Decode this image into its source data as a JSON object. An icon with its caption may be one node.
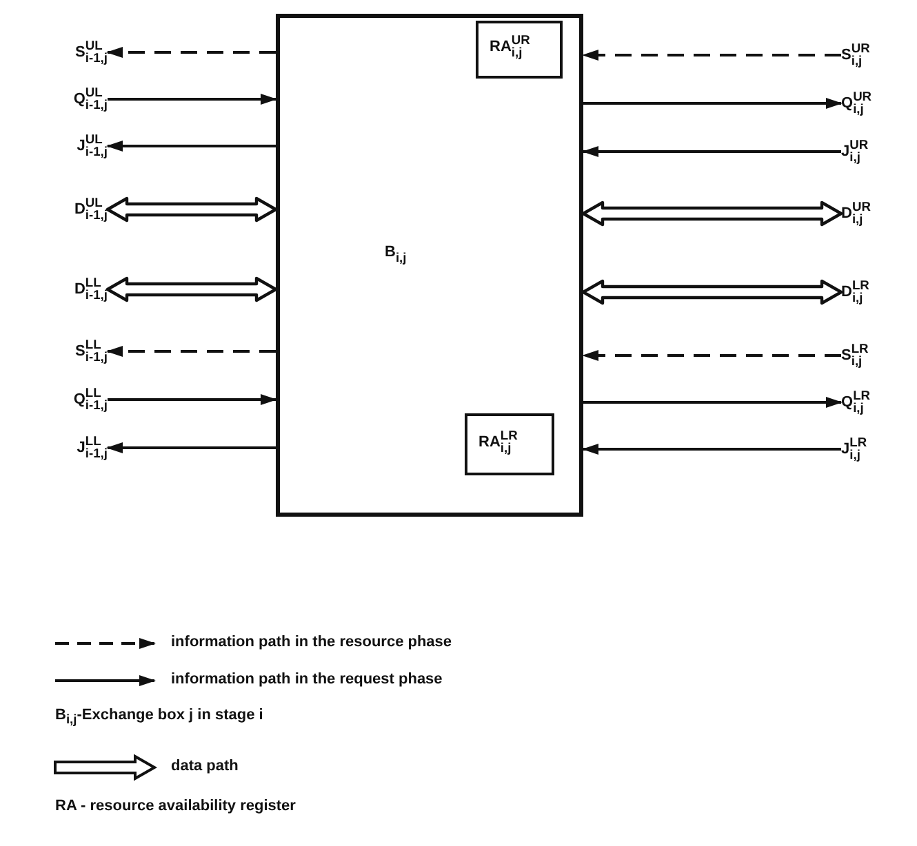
{
  "diagram": {
    "nodes": [
      {
        "text": [
          "B$_{i,j}$"
        ]
      },
      {
        "text": [
          "RA$^{UR}$$_{i,j}$"
        ],
        "in": 0
      },
      {
        "text": [
          "RA$^{LR}$$_{i,j}$"
        ],
        "in": 0
      },
      {
        "text": [
          "S$^{UL}$$_{i-1,j}$"
        ]
      },
      {
        "text": [
          "Q$^{UL}$$_{i-1,j}$"
        ]
      },
      {
        "text": [
          "J$^{UL}$$_{i-1,j}$"
        ]
      },
      {
        "text": [
          "D$^{UL}$$_{i-1,j}$"
        ]
      },
      {
        "text": [
          "D$^{LL}$$_{i-1,j}$"
        ]
      },
      {
        "text": [
          "S$^{LL}$$_{i-1,j}$"
        ]
      },
      {
        "text": [
          "Q$^{LL}$$_{i-1,j}$"
        ]
      },
      {
        "text": [
          "J$^{LL}$$_{i-1,j}$"
        ]
      },
      {
        "text": [
          "S$^{UR}$$_{i,j}$"
        ]
      },
      {
        "text": [
          "Q$^{UR}$$_{i,j}$"
        ]
      },
      {
        "text": [
          "J$^{UR}$$_{i,j}$"
        ]
      },
      {
        "text": [
          "D$^{UR}$$_{i,j}$"
        ]
      },
      {
        "text": [
          "D$^{LR}$$_{i,j}$"
        ]
      },
      {
        "text": [
          "S$^{LR}$$_{i,j}$"
        ]
      },
      {
        "text": [
          "Q$^{LR}$$_{i,j}$"
        ]
      },
      {
        "text": [
          "J$^{LR}$$_{i,j}$"
        ]
      }
    ],
    "edges": [
      {
        "from": 0,
        "to": 3,
        "arrow": "to",
        "style": "dashed"
      },
      {
        "from": 4,
        "to": 0,
        "arrow": "to"
      },
      {
        "from": 0,
        "to": 5,
        "arrow": "to"
      },
      {
        "from": 6,
        "to": 0,
        "arrow": "both",
        "style": "thick"
      },
      {
        "from": 7,
        "to": 0,
        "arrow": "both",
        "style": "thick"
      },
      {
        "from": 0,
        "to": 8,
        "arrow": "to",
        "style": "dashed"
      },
      {
        "from": 9,
        "to": 0,
        "arrow": "to"
      },
      {
        "from": 0,
        "to": 10,
        "arrow": "to"
      },
      {
        "from": 11,
        "to": 0,
        "arrow": "to",
        "style": "dashed"
      },
      {
        "from": 0,
        "to": 12,
        "arrow": "to"
      },
      {
        "from": 13,
        "to": 0,
        "arrow": "to"
      },
      {
        "from": 0,
        "to": 14,
        "arrow": "both",
        "style": "thick"
      },
      {
        "from": 0,
        "to": 15,
        "arrow": "both",
        "style": "thick"
      },
      {
        "from": 16,
        "to": 0,
        "arrow": "to",
        "style": "dashed"
      },
      {
        "from": 0,
        "to": 17,
        "arrow": "to"
      },
      {
        "from": 18,
        "to": 0,
        "arrow": "to"
      }
    ],
    "labels": [
      "B$_{i,j}$-Exchange box j in stage i",
      "RA - resource availability register"
    ],
    "legend": [
      {
        "text": "information path in the resource phase"
      },
      {
        "text": "information path in the request phase"
      },
      {
        "text": "data path"
      }
    ]
  }
}
